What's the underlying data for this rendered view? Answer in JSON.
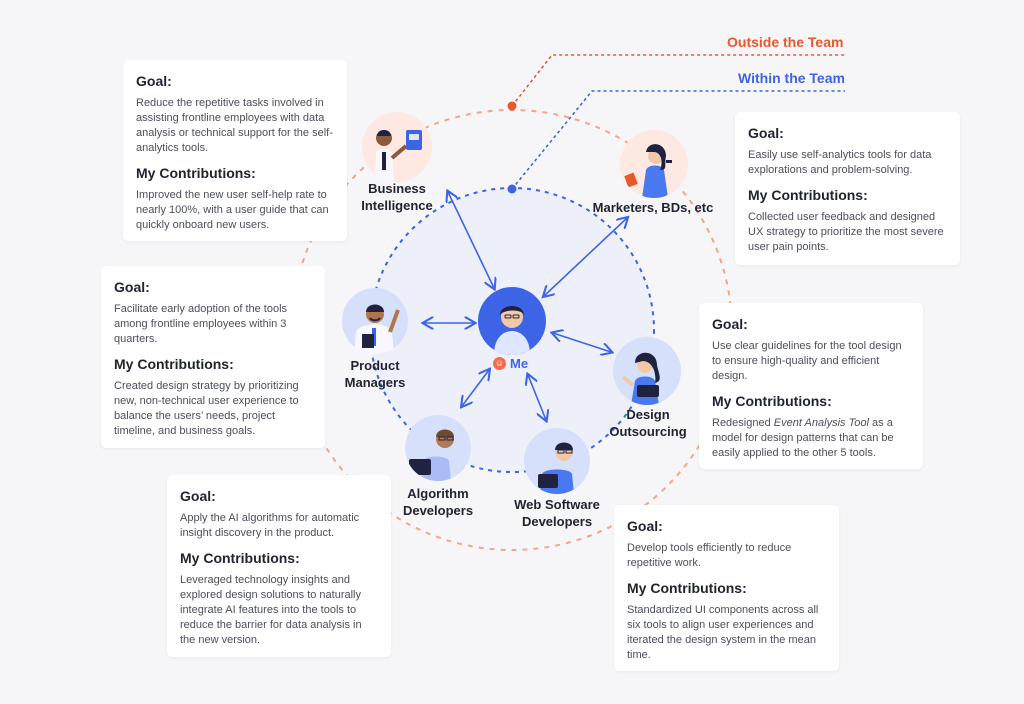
{
  "legend": {
    "outside": "Outside the Team",
    "within": "Within the Team",
    "outside_color": "#e8582b",
    "within_color": "#3d64e6"
  },
  "center": {
    "label": "Me"
  },
  "roles": {
    "business_intelligence": {
      "label_line1": "Business",
      "label_line2": "Intelligence"
    },
    "marketers": {
      "label_line1": "Marketers, BDs, etc",
      "label_line2": ""
    },
    "product_managers": {
      "label_line1": "Product",
      "label_line2": "Managers"
    },
    "design_outsourcing": {
      "label_line1": "Design",
      "label_line2": "Outsourcing"
    },
    "algorithm_developers": {
      "label_line1": "Algorithm",
      "label_line2": "Developers"
    },
    "web_software_developers": {
      "label_line1": "Web Software",
      "label_line2": "Developers"
    }
  },
  "cards": {
    "business_intelligence": {
      "goal_heading": "Goal:",
      "goal": "Reduce the repetitive tasks involved in assisting frontline employees with data analysis or technical support for the self-analytics tools.",
      "contrib_heading": "My Contributions:",
      "contrib": "Improved the new user self-help rate to nearly 100%, with a user guide that can quickly onboard new users."
    },
    "marketers": {
      "goal_heading": "Goal:",
      "goal": "Easily use self-analytics tools for data explorations and problem-solving.",
      "contrib_heading": "My Contributions:",
      "contrib": "Collected user feedback and designed UX strategy to prioritize the most severe user pain points."
    },
    "product_managers": {
      "goal_heading": "Goal:",
      "goal": "Facilitate early adoption of the tools among frontline employees within 3 quarters.",
      "contrib_heading": "My Contributions:",
      "contrib": "Created design strategy by prioritizing new, non-technical user experience to balance the users’ needs, project timeline, and business goals."
    },
    "design_outsourcing": {
      "goal_heading": "Goal:",
      "goal": "Use clear guidelines for the tool design to ensure high-quality and efficient design.",
      "contrib_heading": "My Contributions:",
      "contrib_prefix": "Redesigned ",
      "contrib_emphasis": "Event Analysis Tool",
      "contrib_suffix": " as a model for design patterns that can be easily applied to the other 5 tools."
    },
    "algorithm_developers": {
      "goal_heading": "Goal:",
      "goal": "Apply the AI algorithms for automatic insight discovery in the product.",
      "contrib_heading": "My Contributions:",
      "contrib": "Leveraged technology insights and explored design solutions to naturally integrate AI features into the tools to reduce the barrier for data analysis in the new version."
    },
    "web_software_developers": {
      "goal_heading": "Goal:",
      "goal": "Develop tools efficiently to reduce repetitive work.",
      "contrib_heading": "My Contributions:",
      "contrib": "Standardized UI components across all six tools to align user experiences and iterated the design system in the mean time."
    }
  }
}
